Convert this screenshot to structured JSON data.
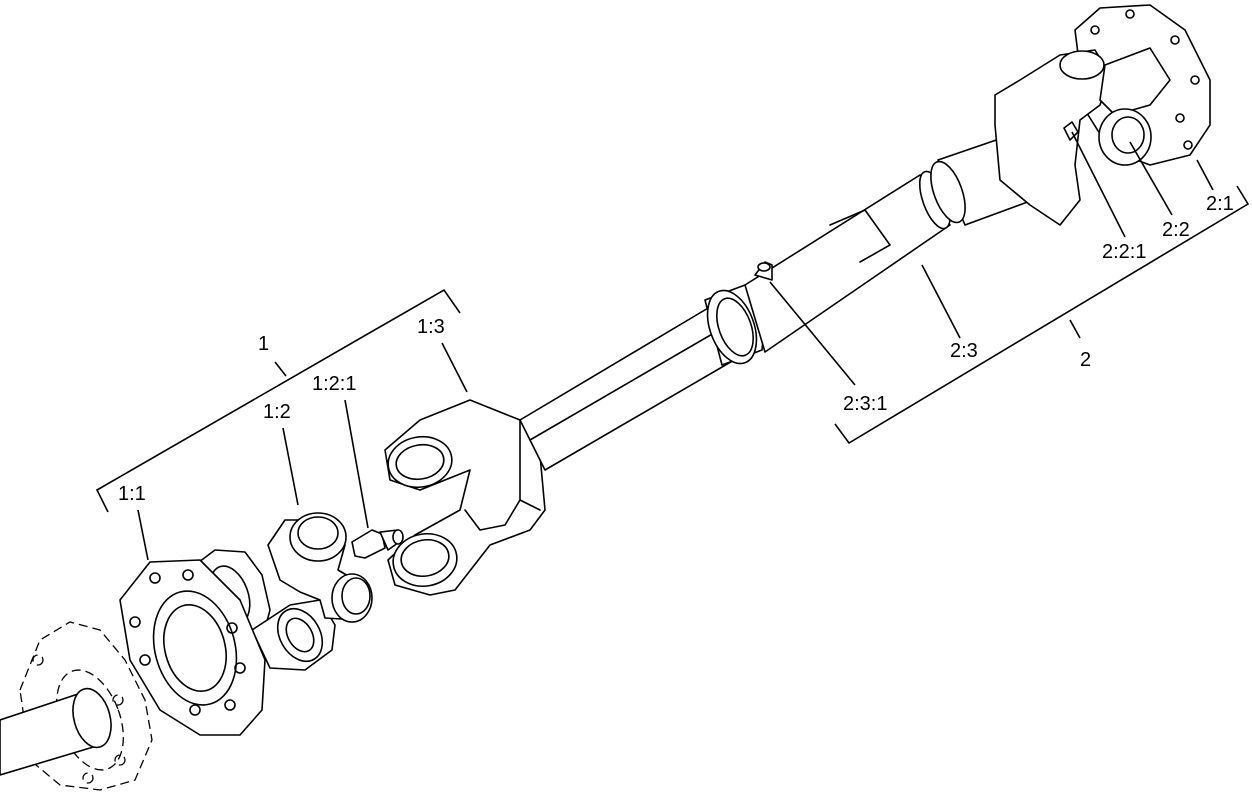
{
  "callouts": [
    {
      "id": "1",
      "text": "1"
    },
    {
      "id": "1-1",
      "text": "1:1"
    },
    {
      "id": "1-2",
      "text": "1:2"
    },
    {
      "id": "1-2-1",
      "text": "1:2:1"
    },
    {
      "id": "1-3",
      "text": "1:3"
    },
    {
      "id": "2",
      "text": "2"
    },
    {
      "id": "2-1",
      "text": "2:1"
    },
    {
      "id": "2-2",
      "text": "2:2"
    },
    {
      "id": "2-2-1",
      "text": "2:2:1"
    },
    {
      "id": "2-3",
      "text": "2:3"
    },
    {
      "id": "2-3-1",
      "text": "2:3:1"
    }
  ]
}
